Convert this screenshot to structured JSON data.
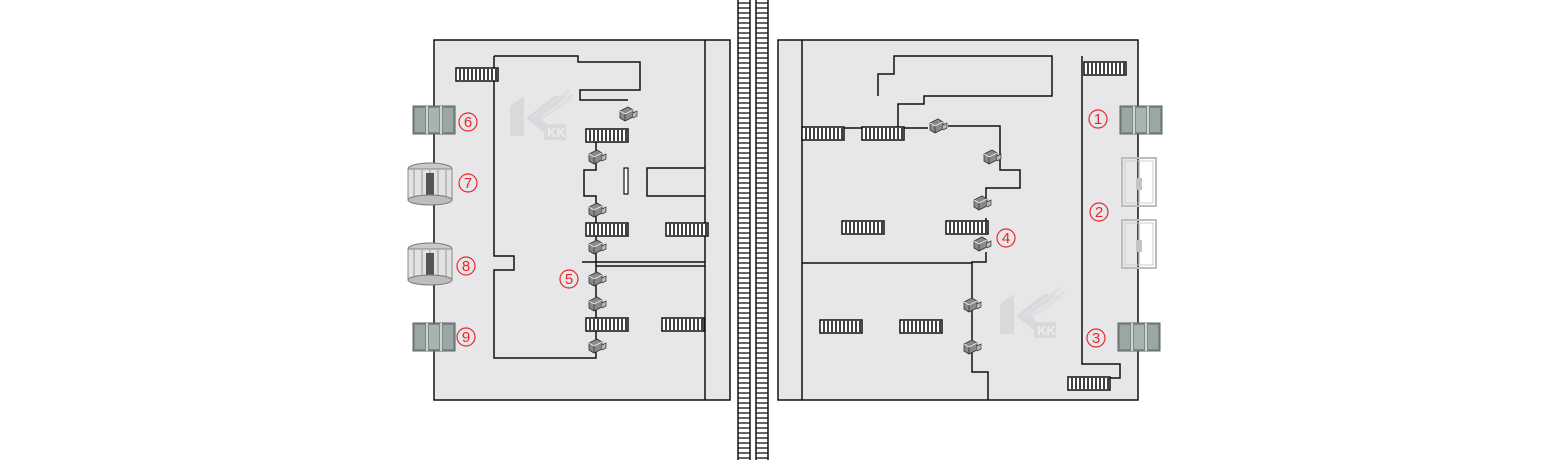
{
  "labels": {
    "zone1": "1",
    "zone2": "2",
    "zone3": "3",
    "zone4": "4",
    "zone5": "5",
    "zone6": "6",
    "zone7": "7",
    "zone8": "8",
    "zone9": "9"
  },
  "colors": {
    "building_fill": "#e7e6e8",
    "wall": "#111111",
    "label_red": "#e8272a",
    "gate_glass": "#7d8a87"
  },
  "icons": {
    "logo": "kk-logo-watermark",
    "railway": "railway-track",
    "turnstile": "tripod-turnstile-icon",
    "revolving_door": "revolving-door-icon",
    "glass_door": "glass-door-icon",
    "swing_gate": "swing-gate-icon",
    "camera": "security-camera-icon"
  }
}
